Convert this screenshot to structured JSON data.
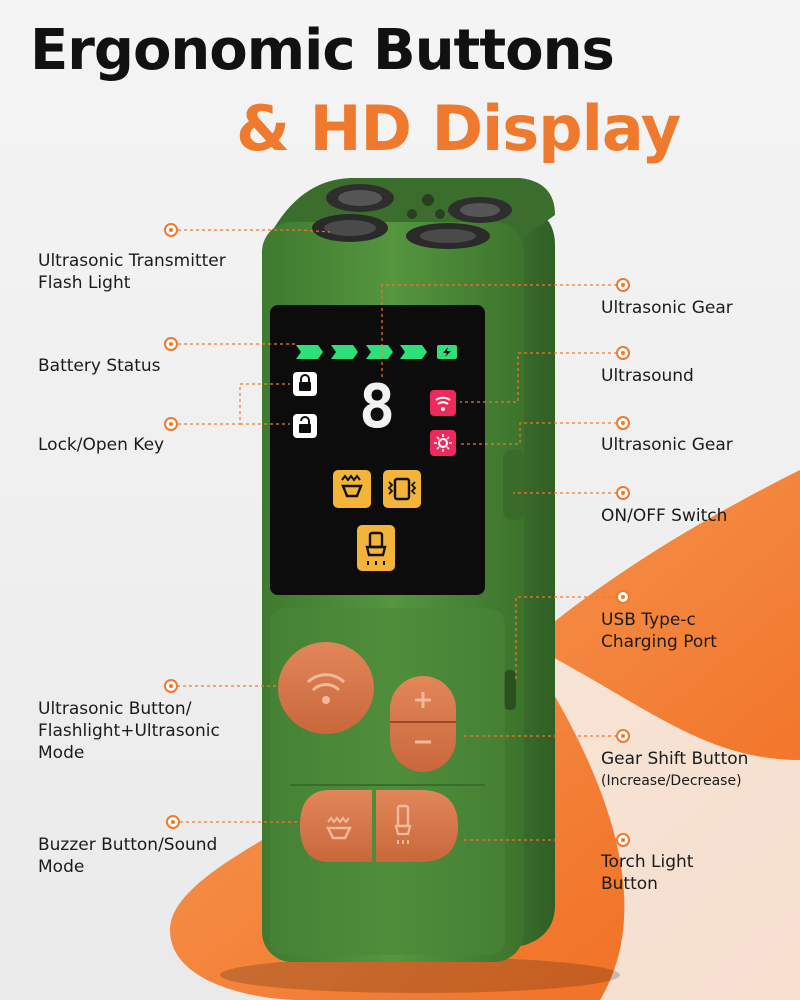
{
  "title": {
    "line1": "Ergonomic Buttons",
    "line2": "& HD Display"
  },
  "display": {
    "digit": "8"
  },
  "labels": {
    "ultrasonic_transmitter": "Ultrasonic Transmitter",
    "flash_light": "Flash Light",
    "battery_status": "Battery Status",
    "lock_open_key": "Lock/Open Key",
    "ultrasonic_button_1": "Ultrasonic Button/",
    "ultrasonic_button_2": "Flashlight+Ultrasonic",
    "ultrasonic_button_3": "Mode",
    "buzzer_button_1": "Buzzer Button/Sound",
    "buzzer_button_2": "Mode",
    "ultrasonic_gear_top": "Ultrasonic Gear",
    "ultrasound": "Ultrasound",
    "ultrasonic_gear_mid": "Ultrasonic Gear",
    "onoff_switch": "ON/OFF Switch",
    "usb_1": "USB Type-c",
    "usb_2": "Charging Port",
    "gear_shift_1": "Gear Shift Button",
    "gear_shift_2": "(Increase/Decrease)",
    "torch_1": "Torch Light",
    "torch_2": "Button"
  },
  "colors": {
    "accent": "#ef7a2d",
    "device_green": "#4d8b3a",
    "screen": "#0c0c0c",
    "button_orange": "#d9784a",
    "pink": "#ee2a5c",
    "yellow": "#f4b43a",
    "led_green": "#2fe07a"
  }
}
